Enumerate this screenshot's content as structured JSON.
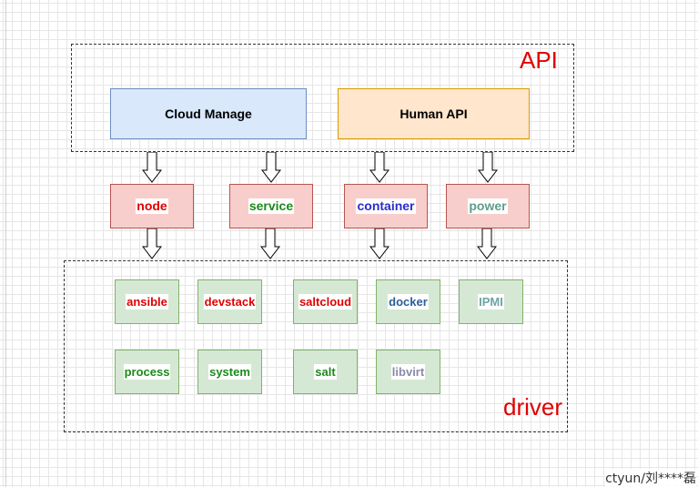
{
  "api_group": {
    "label": "API"
  },
  "driver_group": {
    "label": "driver"
  },
  "api_boxes": [
    {
      "label": "Cloud Manage",
      "fill": "#dae8fc",
      "stroke": "#6c8ebf"
    },
    {
      "label": "Human API",
      "fill": "#ffe6cc",
      "stroke": "#d79b00"
    }
  ],
  "layer_boxes": [
    {
      "label": "node",
      "color": "#e00000"
    },
    {
      "label": "service",
      "color": "#1a8a1a"
    },
    {
      "label": "container",
      "color": "#2c2cc8"
    },
    {
      "label": "power",
      "color": "#5e9e8a"
    }
  ],
  "driver_boxes": [
    {
      "label": "ansible",
      "color": "#e00000"
    },
    {
      "label": "devstack",
      "color": "#e00000"
    },
    {
      "label": "saltcloud",
      "color": "#e00000"
    },
    {
      "label": "docker",
      "color": "#2a5e9a"
    },
    {
      "label": "IPMI",
      "color": "#6fa3a3"
    },
    {
      "label": "process",
      "color": "#1a8a1a"
    },
    {
      "label": "system",
      "color": "#1a8a1a"
    },
    {
      "label": "salt",
      "color": "#1a8a1a"
    },
    {
      "label": "libvirt",
      "color": "#8a8aaa"
    }
  ],
  "watermark": "ctyun/刘****磊"
}
